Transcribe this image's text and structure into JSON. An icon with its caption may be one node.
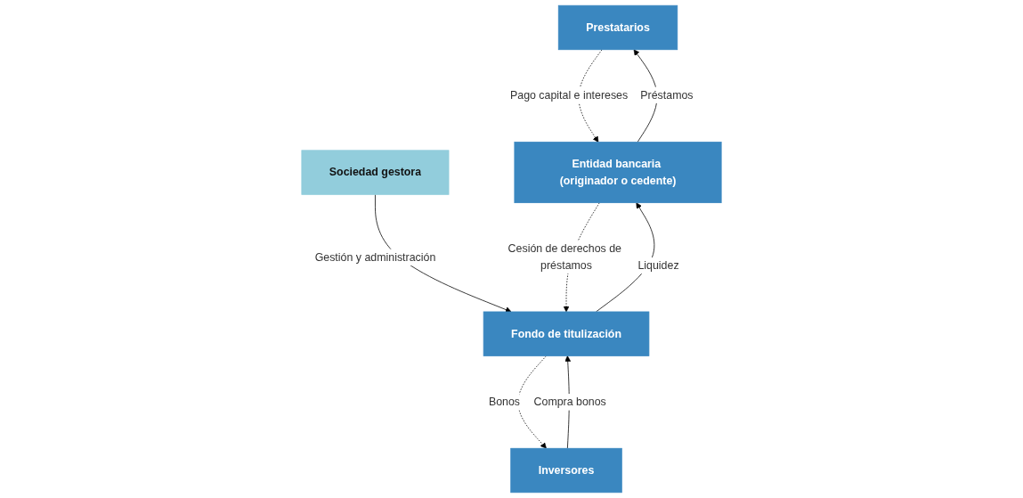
{
  "diagram": {
    "nodes": [
      {
        "text": [
          "Prestatarios"
        ]
      },
      {
        "text": [
          "Sociedad gestora"
        ]
      },
      {
        "text": [
          "Entidad bancaria (originador o cedente)"
        ]
      },
      {
        "text": [
          "Fondo de titulización"
        ]
      },
      {
        "text": [
          "Inversores"
        ]
      }
    ],
    "edges": [
      {
        "from": 0,
        "to": 2,
        "arrow": "to",
        "style": "dashed",
        "label": "Pago capital e intereses"
      },
      {
        "from": 2,
        "to": 0,
        "arrow": "to",
        "label": "Préstamos"
      },
      {
        "from": 1,
        "to": 3,
        "arrow": "to",
        "label": "Gestión y administración"
      },
      {
        "from": 3,
        "to": 2,
        "arrow": "to",
        "label": "Liquidez"
      },
      {
        "from": 2,
        "to": 3,
        "arrow": "to",
        "style": "dashed",
        "label": "Cesión de derechos de préstamos"
      },
      {
        "from": 4,
        "to": 3,
        "arrow": "to",
        "label": "Compra bonos"
      },
      {
        "from": 3,
        "to": 4,
        "arrow": "to",
        "style": "dashed",
        "label": "Bonos"
      }
    ]
  }
}
